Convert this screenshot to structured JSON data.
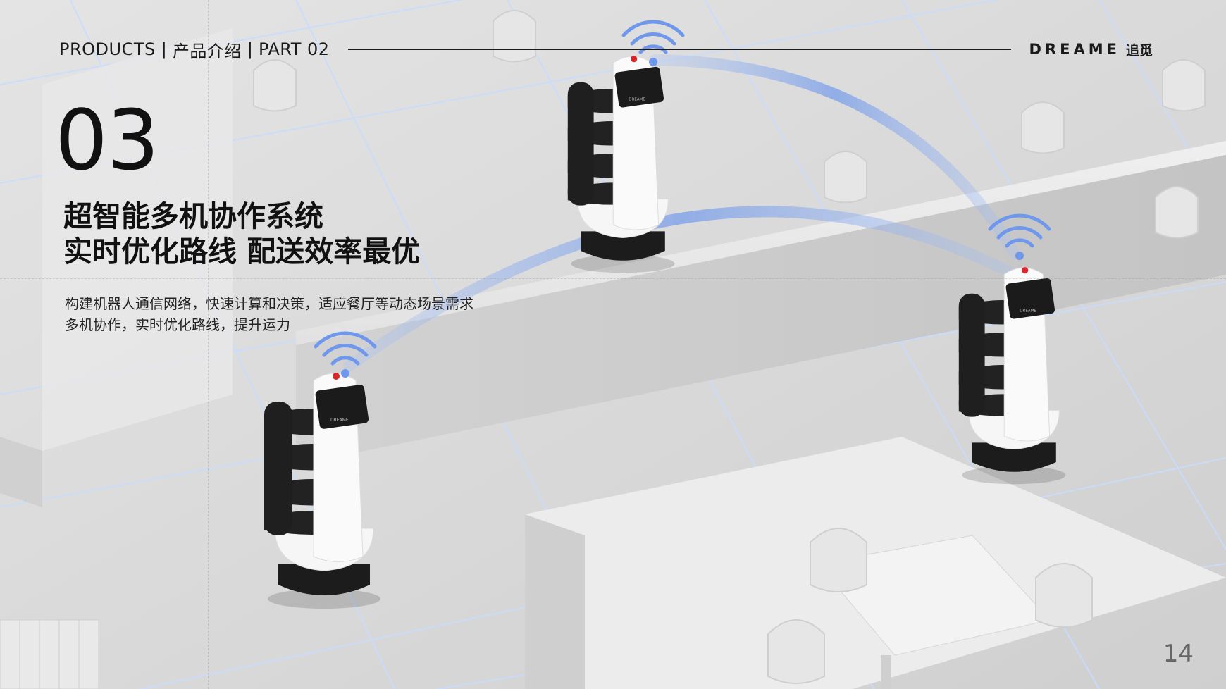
{
  "header": {
    "section_en": "PRODUCTS",
    "section_cn": "产品介绍",
    "part": "PART 02",
    "brand_en": "DREAME",
    "brand_cn": "追觅"
  },
  "slide": {
    "number": "03",
    "headline_line1": "超智能多机协作系统",
    "headline_line2": "实时优化路线 配送效率最优",
    "body_line1": "构建机器人通信网络，快速计算和决策，适应餐厅等动态场景需求",
    "body_line2": "多机协作，实时优化路线，提升运力",
    "page_number": "14"
  },
  "robots": [
    {
      "name": "robot-left",
      "screen_label": "DREAME"
    },
    {
      "name": "robot-top",
      "screen_label": "DREAME"
    },
    {
      "name": "robot-right",
      "screen_label": "DREAME"
    }
  ],
  "icons": [
    "wifi-icon",
    "robot-icon",
    "chair-icon",
    "table-icon"
  ],
  "colors": {
    "background": "#dcdcdc",
    "text": "#111111",
    "network_link": "#7aa2f0",
    "grid_glow": "#c9dcff",
    "indicator": "#d8262a"
  }
}
